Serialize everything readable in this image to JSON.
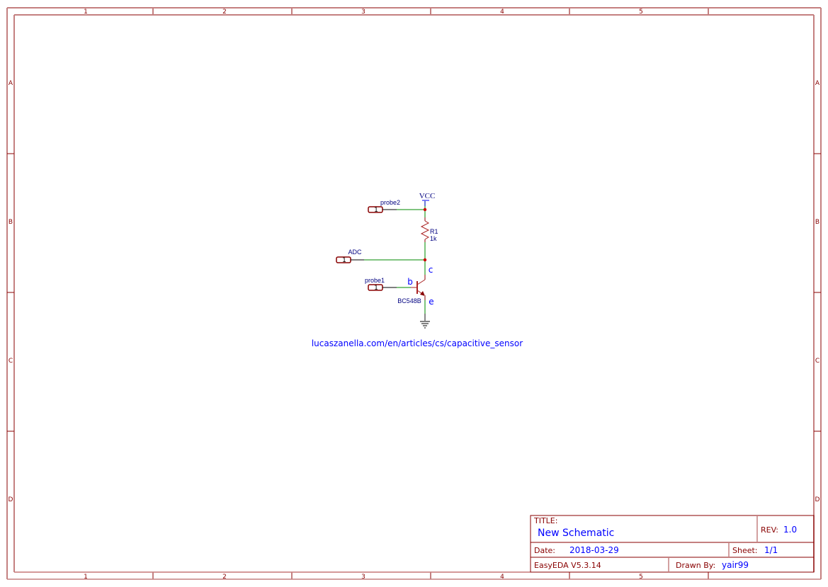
{
  "sheet": {
    "columns": [
      "1",
      "2",
      "3",
      "4",
      "5"
    ],
    "rows": [
      "A",
      "B",
      "C",
      "D"
    ],
    "frame_color": "#880000",
    "wire_color": "#008800",
    "text_color": "#0000ff"
  },
  "schematic": {
    "power": {
      "label": "VCC"
    },
    "connectors": [
      {
        "name": "probe2",
        "pin": "1"
      },
      {
        "name": "ADC",
        "pin": "1"
      },
      {
        "name": "probe1",
        "pin": "1"
      }
    ],
    "resistor": {
      "ref": "R1",
      "value": "1k"
    },
    "transistor": {
      "part": "BC548B",
      "pin_b": "b",
      "pin_c": "c",
      "pin_e": "e"
    },
    "annotation": "lucaszanella.com/en/articles/cs/capacitive_sensor"
  },
  "title_block": {
    "title_label": "TITLE:",
    "title": "New Schematic",
    "rev_label": "REV:",
    "rev": "1.0",
    "date_label": "Date:",
    "date": "2018-03-29",
    "sheet_label": "Sheet:",
    "sheet": "1/1",
    "software": "EasyEDA V5.3.14",
    "drawn_by_label": "Drawn By:",
    "drawn_by": "yair99"
  }
}
